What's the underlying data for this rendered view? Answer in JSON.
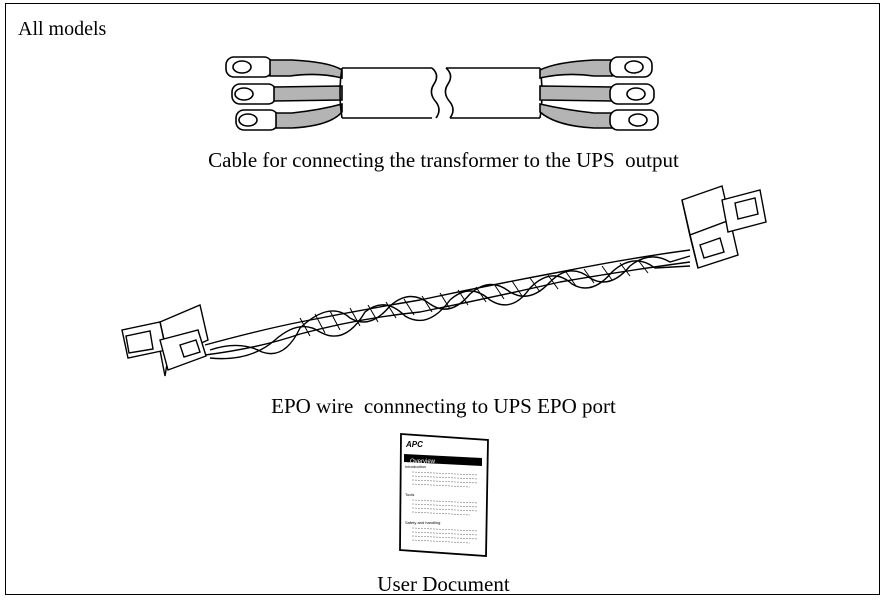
{
  "section_heading": "All models",
  "items": [
    {
      "caption": "Cable for connecting the transformer to the UPS  output",
      "icon": "power-cable-icon"
    },
    {
      "caption": "EPO wire  connnecting to UPS EPO port",
      "icon": "twisted-wire-connector-icon"
    },
    {
      "caption": "User Document",
      "icon": "user-document-icon"
    }
  ],
  "document_thumbnail": {
    "brand": "APC",
    "title": "Overview",
    "sections": [
      "Introduction",
      "Tools",
      "Safety and handling"
    ]
  },
  "colors": {
    "ink": "#000000",
    "cable_gray": "#b4b4b4",
    "paper": "#ffffff"
  }
}
